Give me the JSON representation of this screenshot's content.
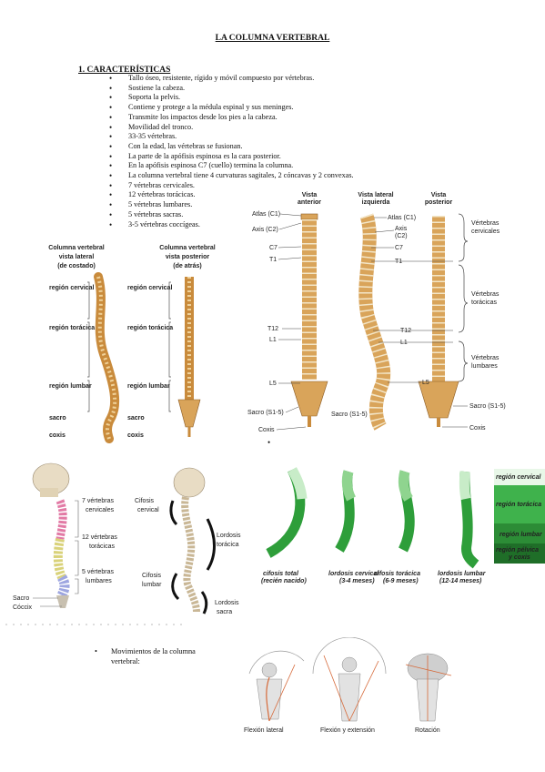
{
  "title": "LA COLUMNA VERTEBRAL",
  "section1": {
    "heading": "1. CARACTERÍSTICAS",
    "items": [
      "Tallo óseo, resistente, rígido y móvil compuesto por vértebras.",
      "Sostiene la cabeza.",
      "Soporta la pelvis.",
      "Contiene y protege a la médula espinal y sus meninges.",
      " Transmite los impactos desde los pies a la cabeza.",
      " Movilidad del tronco.",
      "33-35 vértebras.",
      "Con la edad, las vértebras se fusionan.",
      "La parte de la apófisis espinosa es la cara posterior.",
      "En la apófisis espinosa C7 (cuello) termina la columna.",
      "La columna vertebral tiene 4 curvaturas sagitales, 2 cóncavas y 2 convexas.",
      "7 vértebras cervicales.",
      "12 vértebras torácicas.",
      "5 vértebras lumbares.",
      "5 vértebras sacras.",
      "3-5 vértebras coccígeas."
    ]
  },
  "fig1": {
    "title_lateral": [
      "Columna vertebral",
      "vista lateral",
      "(de costado)"
    ],
    "title_posterior": [
      "Columna vertebral",
      "vista posterior",
      "(de atrás)"
    ],
    "regions": [
      "región cervical",
      "región torácica",
      "región lumbar",
      "sacro",
      "coxis"
    ]
  },
  "fig2": {
    "headers": [
      [
        "Vista",
        "anterior"
      ],
      [
        "Vista lateral",
        "izquierda"
      ],
      [
        "Vista",
        "posterior"
      ]
    ],
    "left_labels": [
      "Atlas (C1)",
      "Axis (C2)",
      "C7",
      "T1",
      "T12",
      "L1",
      "L5",
      "Sacro (S1-5)",
      "Coxis"
    ],
    "mid_labels": [
      "Atlas (C1)",
      "Axis",
      "(C2)",
      "C7",
      "T1",
      "T12",
      "L1",
      "L5",
      "Sacro (S1-5)"
    ],
    "right_labels": [
      "Sacro (S1-5)",
      "Coxis"
    ],
    "groups": [
      [
        "Vértebras",
        "cervicales"
      ],
      [
        "Vértebras",
        "torácicas"
      ],
      [
        "Vértebras",
        "lumbares"
      ]
    ]
  },
  "fig3": {
    "labels": [
      [
        "7 vértebras",
        "cervicales"
      ],
      [
        "12 vértebras",
        "torácicas"
      ],
      [
        "5 vértebras",
        "lumbares"
      ]
    ],
    "bottom": [
      "Sacro",
      "Cóccix"
    ],
    "curves": [
      [
        "Cifosis",
        "cervical"
      ],
      [
        "Lordosis",
        "torácica"
      ],
      [
        "Cifosis",
        "lumbar"
      ],
      [
        "Lordosis",
        "sacra"
      ]
    ]
  },
  "fig4": {
    "captions": [
      [
        "cifosis total",
        "(recién nacido)"
      ],
      [
        "lordosis cervical",
        "(3-4 meses)"
      ],
      [
        "cifosis torácica",
        "(6-9 meses)"
      ],
      [
        "lordosis lumbar",
        "(12-14 meses)"
      ]
    ],
    "legend": [
      "región cervical",
      "región torácica",
      "región lumbar",
      "región pélvica",
      "y coxis"
    ]
  },
  "movements": {
    "label": [
      "Movimientos de la columna",
      "vertebral:"
    ],
    "captions": [
      "Flexión lateral",
      "Flexión y extensión",
      "Rotación"
    ]
  }
}
